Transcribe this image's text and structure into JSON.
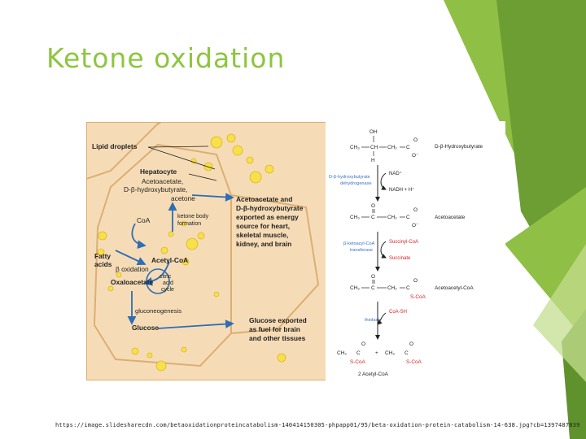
{
  "slide": {
    "title": "Ketone oxidation",
    "source_url": "https://image.slidesharecdn.com/betaoxidationproteincatabolism-140414150305-phpapp01/95/beta-oxidation-protein-catabolism-14-638.jpg?cb=1397487839"
  },
  "figure_left": {
    "labels": {
      "lipid_droplets": "Lipid droplets",
      "hepatocyte": "Hepatocyte",
      "ketones_line1": "Acetoacetate,",
      "ketones_line2": "D-β-hydroxybutyrate,",
      "ketones_line3": "acetone",
      "coa": "CoA",
      "ketone_formation_line1": "ketone body",
      "ketone_formation_line2": "formation",
      "fatty_acids_line1": "Fatty",
      "fatty_acids_line2": "acids",
      "beta_oxidation": "β oxidation",
      "acetyl_coa": "Acetyl-CoA",
      "oxaloacetate": "Oxaloacetate",
      "cycle_line1": "citric",
      "cycle_line2": "acid",
      "cycle_line3": "cycle",
      "gluconeogenesis": "gluconeogenesis",
      "glucose": "Glucose",
      "exported_line1": "Acetoacetate and",
      "exported_line2": "D-β-hydroxybutyrate",
      "exported_line3": "exported as energy",
      "exported_line4": "source for heart,",
      "exported_line5": "skeletal muscle,",
      "exported_line6": "kidney, and brain",
      "glucose_export_line1": "Glucose exported",
      "glucose_export_line2": "as fuel for brain",
      "glucose_export_line3": "and other tissues"
    }
  },
  "figure_right": {
    "labels": {
      "oh": "OH",
      "o": "O",
      "ch3": "CH₃",
      "ch": "CH",
      "ch2": "CH₂",
      "c": "C",
      "o_minus": "O⁻",
      "h": "H",
      "s_coa": "S-CoA",
      "plus": "+",
      "d_beta_hydroxybutyrate": "D-β-Hydroxybutyrate",
      "enzyme1_line1": "D-β-hydroxybutyrate",
      "enzyme1_line2": "dehydrogenase",
      "nad": "NAD⁺",
      "nadh": "NADH + H⁺",
      "acetoacetate": "Acetoacetate",
      "enzyme2_line1": "β-ketoacyl-CoA",
      "enzyme2_line2": "transferase",
      "succinyl_coa": "Succinyl-CoA",
      "succinate": "Succinate",
      "acetoacetyl_coa": "Acetoacetyl-CoA",
      "thiolase": "thiolase",
      "coa_sh": "CoA-SH",
      "two_acetyl_coa": "2 Acetyl-CoA"
    }
  },
  "colors": {
    "title": "#8cc63e",
    "deco_green_light": "#c4dd8f",
    "deco_green_mid": "#8fbf45",
    "deco_green_dark": "#5f922c",
    "cell_fill": "#f6dcb6",
    "cell_border": "#dcae74",
    "droplet": "#f7e04a",
    "arrow_blue": "#2f6db5",
    "enzyme_blue": "#3a72c2",
    "coenzyme_red": "#d2252a"
  }
}
